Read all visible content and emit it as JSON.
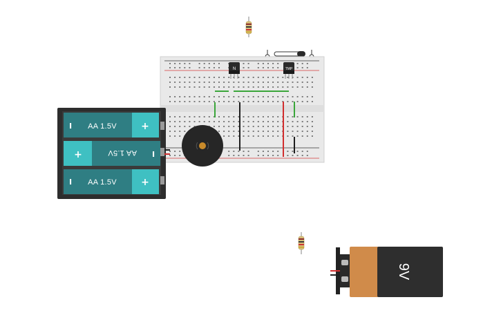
{
  "canvas": {
    "background": "#ffffff"
  },
  "battery_pack": {
    "cells": [
      {
        "label": "AA 1.5V",
        "flipped": false
      },
      {
        "label": "AA 1.5V",
        "flipped": true
      },
      {
        "label": "AA 1.5V",
        "flipped": false
      }
    ],
    "plus_sign": "+",
    "minus_sign": "I",
    "colors": {
      "case": "#2d2d2d",
      "cell": "#2f7e83",
      "cap": "#3fc0c2"
    }
  },
  "breadboard": {
    "colors": {
      "board": "#e9e9e9",
      "red_rail": "#d33b3b",
      "black_rail": "#333333"
    }
  },
  "transistors": [
    {
      "label": "N"
    },
    {
      "label": "TMP"
    }
  ],
  "battery_9v": {
    "label": "9V",
    "colors": {
      "body": "#2e2e2e",
      "band": "#d08b4a",
      "clip": "#222222"
    }
  },
  "buzzer": {
    "colors": {
      "body": "#262626",
      "center": "#c88a2a"
    }
  },
  "wires": {
    "green": "#3aa63a",
    "red": "#d12d2d",
    "black": "#1e1e1e"
  },
  "resistor": {
    "body": "#d8c07a",
    "bands": [
      "#8b2d2d",
      "#3b3b3b",
      "#c33",
      "#c9a32a"
    ]
  }
}
